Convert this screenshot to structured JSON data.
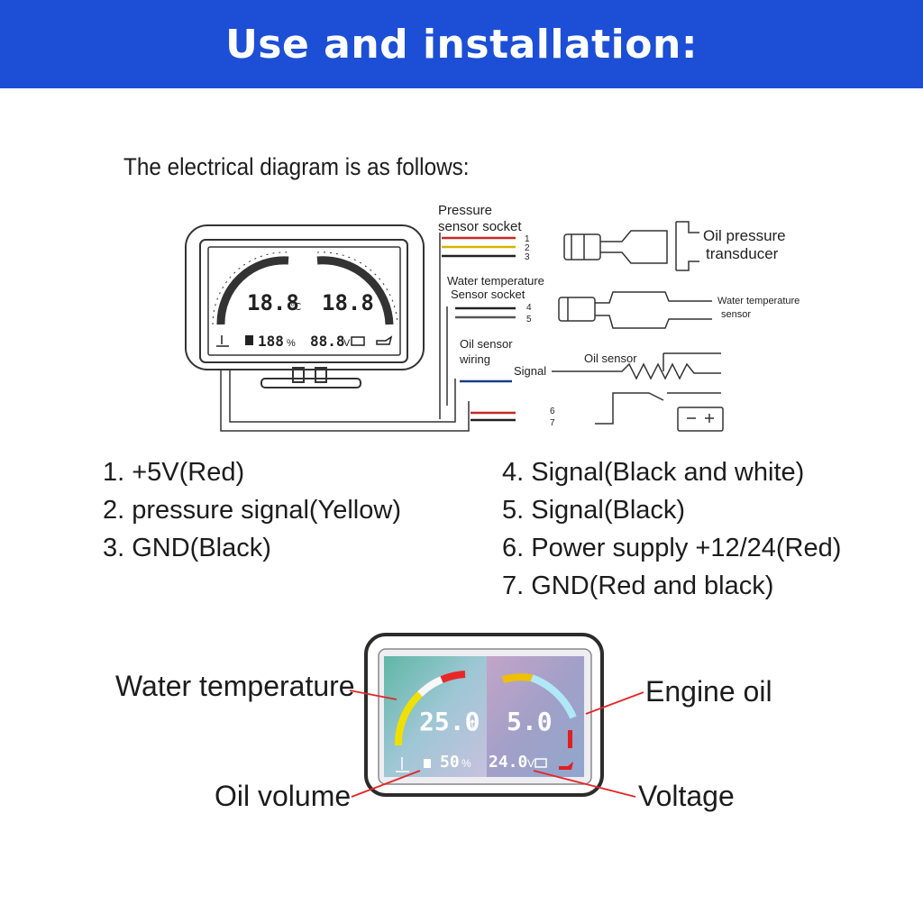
{
  "header": {
    "title": "Use and installation:",
    "bg_color": "#1c4fd6"
  },
  "intro": {
    "text": "The electrical diagram is as follows:"
  },
  "diagram": {
    "pressure_socket_label_1": "Pressure",
    "pressure_socket_label_2": "sensor socket",
    "water_socket_label_1": "Water temperature",
    "water_socket_label_2": "Sensor socket",
    "oil_sensor_wiring_label_1": "Oil sensor",
    "oil_sensor_wiring_label_2": "wiring",
    "signal_label": "Signal",
    "oil_sensor_label": "Oil sensor",
    "oil_pressure_transducer_1": "Oil pressure",
    "oil_pressure_transducer_2": "transducer",
    "water_temp_sensor_1": "Water temperature",
    "water_temp_sensor_2": "sensor",
    "pin_numbers": [
      "1",
      "2",
      "3",
      "4",
      "5",
      "6",
      "7"
    ],
    "gauge_readouts": {
      "temperature": "18.8",
      "temperature_unit": "℃",
      "pressure": "18.8",
      "oil_level": "188",
      "oil_level_unit": "%",
      "voltage": "88.8",
      "voltage_unit": "V"
    }
  },
  "pins_left": [
    "1.  +5V(Red)",
    "2. pressure signal(Yellow)",
    "3. GND(Black)"
  ],
  "pins_right": [
    "4. Signal(Black and white)",
    "5. Signal(Black)",
    "6. Power supply +12/24(Red)",
    "7. GND(Red and black)"
  ],
  "gauge_photo": {
    "temperature": "25.0",
    "temperature_unit": "℃",
    "oil_pressure": "5.0",
    "oil_volume": "50",
    "oil_volume_unit": "%",
    "voltage": "24.0",
    "voltage_unit": "V",
    "labels": {
      "water_temperature": "Water temperature",
      "engine_oil": "Engine oil",
      "oil_volume": "Oil volume",
      "voltage": "Voltage"
    }
  }
}
